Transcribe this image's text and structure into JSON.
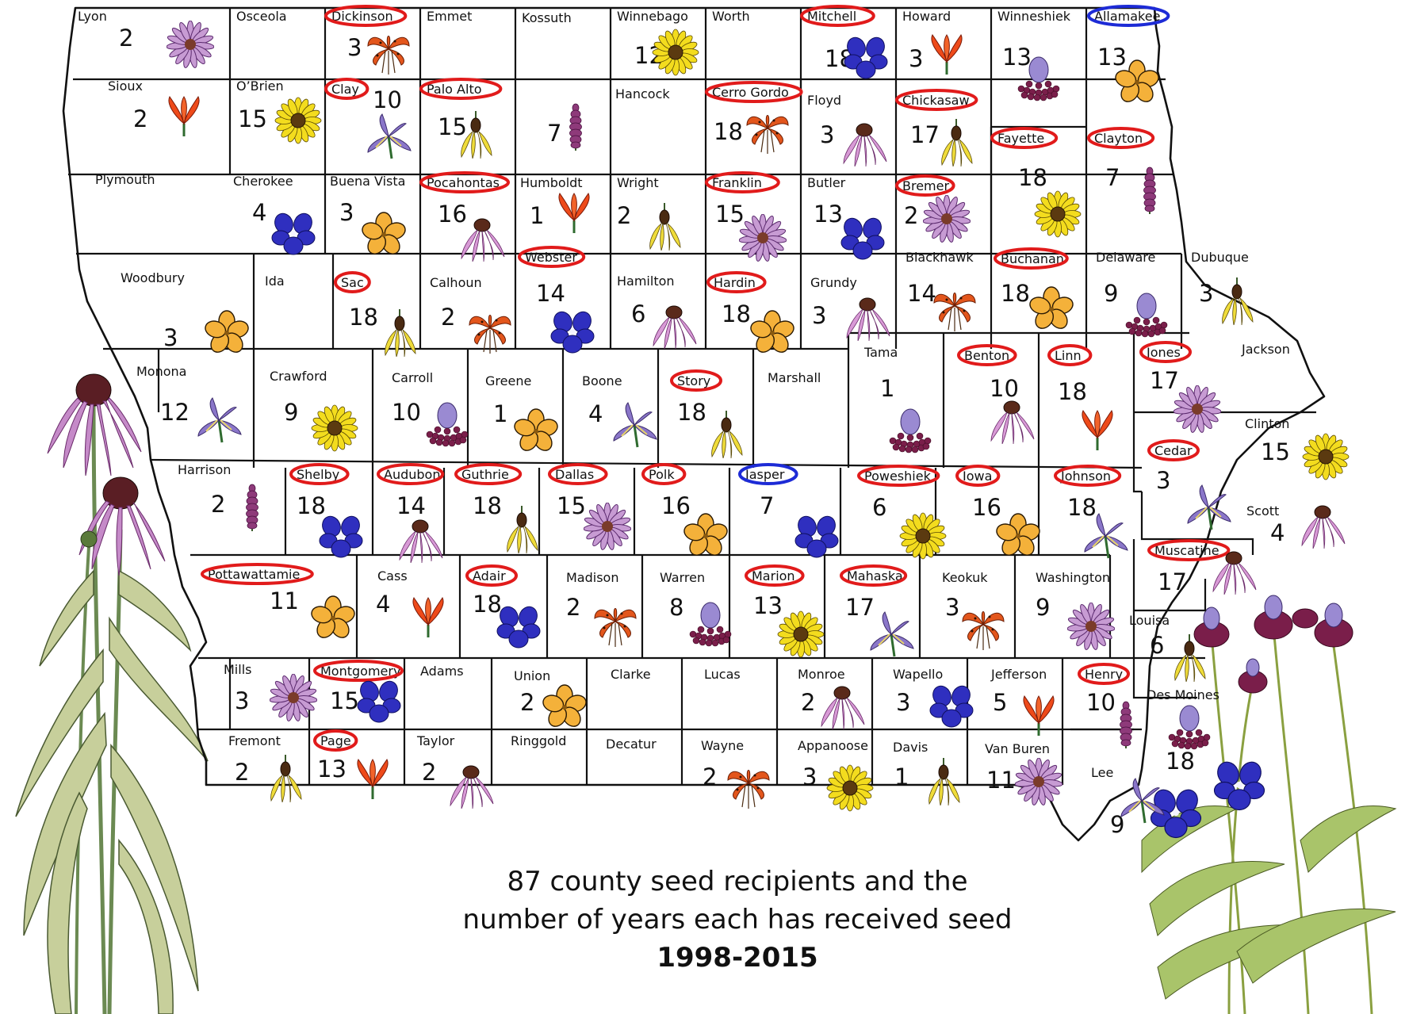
{
  "caption": {
    "line1": "87 county seed recipients and the",
    "line2": "number of years each has received seed",
    "years": "1998-2015"
  },
  "colors": {
    "border": "#111111",
    "highlight_red": "#e11b1b",
    "highlight_blue": "#1d2bd6"
  },
  "flower_icons": {
    "aster": "purple-aster-icon",
    "lily": "orange-lily-icon",
    "turk": "turks-cap-lily-icon",
    "sun": "yellow-sunflower-icon",
    "iris": "blue-flag-iris-icon",
    "violet": "blue-violet-icon",
    "liatris": "blazing-star-icon",
    "cone": "yellow-coneflower-icon",
    "pink": "pale-purple-coneflower-icon",
    "puccoon": "orange-puccoon-icon",
    "clover": "purple-prairie-clover-icon"
  },
  "counties": [
    {
      "name": "Lyon",
      "years": "2",
      "flower": "aster",
      "circle": "none"
    },
    {
      "name": "Osceola",
      "years": "",
      "flower": "",
      "circle": "none"
    },
    {
      "name": "Dickinson",
      "years": "3",
      "flower": "turk",
      "circle": "red"
    },
    {
      "name": "Emmet",
      "years": "",
      "flower": "",
      "circle": "none"
    },
    {
      "name": "Kossuth",
      "years": "7",
      "flower": "liatris",
      "circle": "none"
    },
    {
      "name": "Winnebago",
      "years": "12",
      "flower": "sun",
      "circle": "none"
    },
    {
      "name": "Worth",
      "years": "",
      "flower": "",
      "circle": "none"
    },
    {
      "name": "Mitchell",
      "years": "18",
      "flower": "violet",
      "circle": "red"
    },
    {
      "name": "Howard",
      "years": "3",
      "flower": "lily",
      "circle": "none"
    },
    {
      "name": "Winneshiek",
      "years": "13",
      "flower": "clover",
      "circle": "none"
    },
    {
      "name": "Allamakee",
      "years": "13",
      "flower": "puccoon",
      "circle": "blue"
    },
    {
      "name": "Sioux",
      "years": "2",
      "flower": "lily",
      "circle": "none"
    },
    {
      "name": "O’Brien",
      "years": "15",
      "flower": "sun",
      "circle": "none"
    },
    {
      "name": "Clay",
      "years": "10",
      "flower": "iris",
      "circle": "red"
    },
    {
      "name": "Palo Alto",
      "years": "15",
      "flower": "cone",
      "circle": "red"
    },
    {
      "name": "Hancock",
      "years": "",
      "flower": "",
      "circle": "none"
    },
    {
      "name": "Cerro Gordo",
      "years": "18",
      "flower": "turk",
      "circle": "red"
    },
    {
      "name": "Floyd",
      "years": "3",
      "flower": "pink",
      "circle": "none"
    },
    {
      "name": "Chickasaw",
      "years": "17",
      "flower": "cone",
      "circle": "red"
    },
    {
      "name": "Fayette",
      "years": "18",
      "flower": "sun",
      "circle": "red"
    },
    {
      "name": "Clayton",
      "years": "7",
      "flower": "liatris",
      "circle": "red"
    },
    {
      "name": "Plymouth",
      "years": "",
      "flower": "",
      "circle": "none"
    },
    {
      "name": "Cherokee",
      "years": "4",
      "flower": "violet",
      "circle": "none"
    },
    {
      "name": "Buena Vista",
      "years": "3",
      "flower": "puccoon",
      "circle": "none"
    },
    {
      "name": "Pocahontas",
      "years": "16",
      "flower": "pink",
      "circle": "red"
    },
    {
      "name": "Humboldt",
      "years": "1",
      "flower": "lily",
      "circle": "none"
    },
    {
      "name": "Wright",
      "years": "2",
      "flower": "cone",
      "circle": "none"
    },
    {
      "name": "Franklin",
      "years": "15",
      "flower": "aster",
      "circle": "red"
    },
    {
      "name": "Butler",
      "years": "13",
      "flower": "violet",
      "circle": "none"
    },
    {
      "name": "Bremer",
      "years": "2",
      "flower": "aster",
      "circle": "red"
    },
    {
      "name": "Woodbury",
      "years": "3",
      "flower": "puccoon",
      "circle": "none"
    },
    {
      "name": "Ida",
      "years": "",
      "flower": "",
      "circle": "none"
    },
    {
      "name": "Sac",
      "years": "18",
      "flower": "cone",
      "circle": "red"
    },
    {
      "name": "Calhoun",
      "years": "2",
      "flower": "turk",
      "circle": "none"
    },
    {
      "name": "Webster",
      "years": "14",
      "flower": "violet",
      "circle": "red"
    },
    {
      "name": "Hamilton",
      "years": "6",
      "flower": "pink",
      "circle": "none"
    },
    {
      "name": "Hardin",
      "years": "18",
      "flower": "puccoon",
      "circle": "red"
    },
    {
      "name": "Grundy",
      "years": "3",
      "flower": "pink",
      "circle": "none"
    },
    {
      "name": "Blackhawk",
      "years": "14",
      "flower": "turk",
      "circle": "none"
    },
    {
      "name": "Buchanan",
      "years": "18",
      "flower": "puccoon",
      "circle": "red"
    },
    {
      "name": "Delaware",
      "years": "9",
      "flower": "clover",
      "circle": "none"
    },
    {
      "name": "Dubuque",
      "years": "3",
      "flower": "cone",
      "circle": "none"
    },
    {
      "name": "Monona",
      "years": "12",
      "flower": "iris",
      "circle": "none"
    },
    {
      "name": "Crawford",
      "years": "9",
      "flower": "sun",
      "circle": "none"
    },
    {
      "name": "Carroll",
      "years": "10",
      "flower": "clover",
      "circle": "none"
    },
    {
      "name": "Greene",
      "years": "1",
      "flower": "puccoon",
      "circle": "none"
    },
    {
      "name": "Boone",
      "years": "4",
      "flower": "iris",
      "circle": "none"
    },
    {
      "name": "Story",
      "years": "18",
      "flower": "cone",
      "circle": "red"
    },
    {
      "name": "Marshall",
      "years": "",
      "flower": "",
      "circle": "none"
    },
    {
      "name": "Tama",
      "years": "1",
      "flower": "clover",
      "circle": "none"
    },
    {
      "name": "Benton",
      "years": "10",
      "flower": "pink",
      "circle": "red"
    },
    {
      "name": "Linn",
      "years": "18",
      "flower": "lily",
      "circle": "red"
    },
    {
      "name": "Jones",
      "years": "17",
      "flower": "aster",
      "circle": "red"
    },
    {
      "name": "Jackson",
      "years": "",
      "flower": "",
      "circle": "none"
    },
    {
      "name": "Clinton",
      "years": "15",
      "flower": "sun",
      "circle": "none"
    },
    {
      "name": "Harrison",
      "years": "2",
      "flower": "liatris",
      "circle": "none"
    },
    {
      "name": "Shelby",
      "years": "18",
      "flower": "violet",
      "circle": "red"
    },
    {
      "name": "Audubon",
      "years": "14",
      "flower": "pink",
      "circle": "red"
    },
    {
      "name": "Guthrie",
      "years": "18",
      "flower": "cone",
      "circle": "red"
    },
    {
      "name": "Dallas",
      "years": "15",
      "flower": "aster",
      "circle": "red"
    },
    {
      "name": "Polk",
      "years": "16",
      "flower": "puccoon",
      "circle": "red"
    },
    {
      "name": "Jasper",
      "years": "7",
      "flower": "violet",
      "circle": "blue"
    },
    {
      "name": "Poweshiek",
      "years": "6",
      "flower": "sun",
      "circle": "red"
    },
    {
      "name": "Iowa",
      "years": "16",
      "flower": "puccoon",
      "circle": "red"
    },
    {
      "name": "Johnson",
      "years": "18",
      "flower": "iris",
      "circle": "red"
    },
    {
      "name": "Cedar",
      "years": "3",
      "flower": "iris",
      "circle": "red"
    },
    {
      "name": "Scott",
      "years": "4",
      "flower": "pink",
      "circle": "none"
    },
    {
      "name": "Muscatine",
      "years": "17",
      "flower": "pink",
      "circle": "red"
    },
    {
      "name": "Pottawattamie",
      "years": "11",
      "flower": "puccoon",
      "circle": "red"
    },
    {
      "name": "Cass",
      "years": "4",
      "flower": "lily",
      "circle": "none"
    },
    {
      "name": "Adair",
      "years": "18",
      "flower": "violet",
      "circle": "red"
    },
    {
      "name": "Madison",
      "years": "2",
      "flower": "turk",
      "circle": "none"
    },
    {
      "name": "Warren",
      "years": "8",
      "flower": "clover",
      "circle": "none"
    },
    {
      "name": "Marion",
      "years": "13",
      "flower": "sun",
      "circle": "red"
    },
    {
      "name": "Mahaska",
      "years": "17",
      "flower": "iris",
      "circle": "red"
    },
    {
      "name": "Keokuk",
      "years": "3",
      "flower": "turk",
      "circle": "none"
    },
    {
      "name": "Washington",
      "years": "9",
      "flower": "aster",
      "circle": "none"
    },
    {
      "name": "Louisa",
      "years": "6",
      "flower": "cone",
      "circle": "none"
    },
    {
      "name": "Mills",
      "years": "3",
      "flower": "aster",
      "circle": "none"
    },
    {
      "name": "Montgomery",
      "years": "15",
      "flower": "violet",
      "circle": "red"
    },
    {
      "name": "Adams",
      "years": "",
      "flower": "",
      "circle": "none"
    },
    {
      "name": "Union",
      "years": "2",
      "flower": "puccoon",
      "circle": "none"
    },
    {
      "name": "Clarke",
      "years": "",
      "flower": "",
      "circle": "none"
    },
    {
      "name": "Lucas",
      "years": "",
      "flower": "",
      "circle": "none"
    },
    {
      "name": "Monroe",
      "years": "2",
      "flower": "pink",
      "circle": "none"
    },
    {
      "name": "Wapello",
      "years": "3",
      "flower": "violet",
      "circle": "none"
    },
    {
      "name": "Jefferson",
      "years": "5",
      "flower": "lily",
      "circle": "none"
    },
    {
      "name": "Henry",
      "years": "10",
      "flower": "liatris",
      "circle": "red"
    },
    {
      "name": "Des Moines",
      "years": "18",
      "flower": "clover",
      "circle": "none"
    },
    {
      "name": "Fremont",
      "years": "2",
      "flower": "cone",
      "circle": "none"
    },
    {
      "name": "Page",
      "years": "13",
      "flower": "lily",
      "circle": "red"
    },
    {
      "name": "Taylor",
      "years": "2",
      "flower": "pink",
      "circle": "none"
    },
    {
      "name": "Ringgold",
      "years": "",
      "flower": "",
      "circle": "none"
    },
    {
      "name": "Decatur",
      "years": "",
      "flower": "",
      "circle": "none"
    },
    {
      "name": "Wayne",
      "years": "2",
      "flower": "turk",
      "circle": "none"
    },
    {
      "name": "Appanoose",
      "years": "3",
      "flower": "sun",
      "circle": "none"
    },
    {
      "name": "Davis",
      "years": "1",
      "flower": "cone",
      "circle": "none"
    },
    {
      "name": "Van Buren",
      "years": "11",
      "flower": "aster",
      "circle": "none"
    },
    {
      "name": "Lee",
      "years": "9",
      "flower": "iris",
      "circle": "none"
    }
  ]
}
